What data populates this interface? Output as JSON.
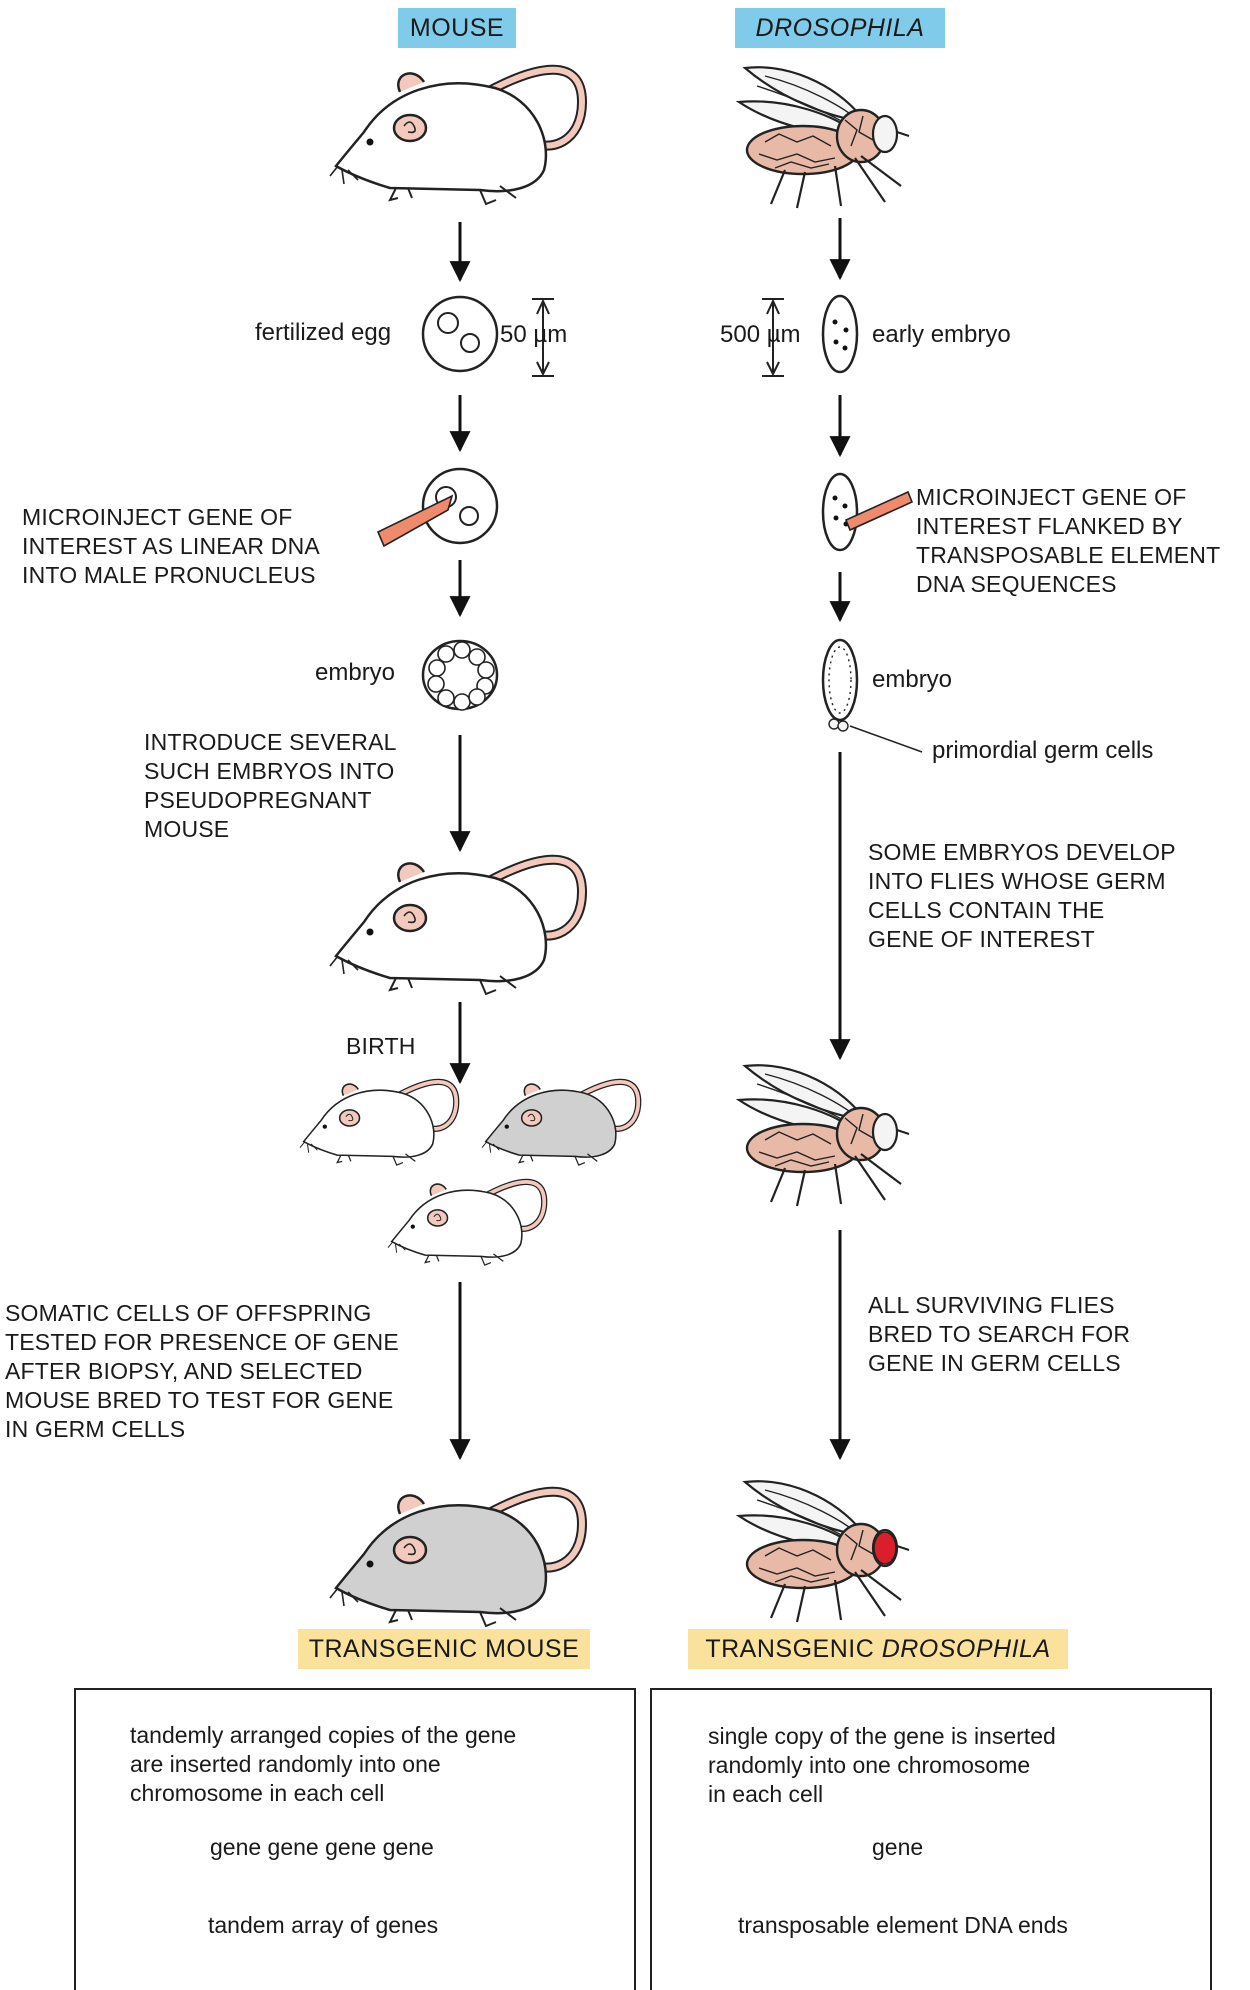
{
  "headers": {
    "mouse": "MOUSE",
    "drosophila": "DROSOPHILA",
    "transgenic_mouse": "TRANSGENIC MOUSE",
    "transgenic_drosophila_prefix": "TRANSGENIC ",
    "transgenic_drosophila_species": "DROSOPHILA"
  },
  "mouse_path": {
    "fertilized_egg": "fertilized egg",
    "egg_size": "50 µm",
    "microinject": [
      "MICROINJECT GENE OF",
      "INTEREST AS LINEAR DNA",
      "INTO MALE PRONUCLEUS"
    ],
    "embryo": "embryo",
    "introduce": [
      "INTRODUCE SEVERAL",
      "SUCH EMBRYOS INTO",
      "PSEUDOPREGNANT",
      "MOUSE"
    ],
    "birth": "BIRTH",
    "somatic": [
      "SOMATIC CELLS OF OFFSPRING",
      "TESTED FOR PRESENCE OF GENE",
      "AFTER BIOPSY, AND SELECTED",
      "MOUSE BRED TO TEST FOR GENE",
      "IN GERM CELLS"
    ]
  },
  "fly_path": {
    "embryo_size": "500 µm",
    "early_embryo": "early embryo",
    "microinject": [
      "MICROINJECT GENE OF",
      "INTEREST FLANKED BY",
      "TRANSPOSABLE ELEMENT",
      "DNA SEQUENCES"
    ],
    "embryo": "embryo",
    "germ_cells": "primordial germ cells",
    "develop": [
      "SOME EMBRYOS DEVELOP",
      "INTO FLIES WHOSE GERM",
      "CELLS CONTAIN THE",
      "GENE OF INTEREST"
    ],
    "bred": [
      "ALL SURVIVING FLIES",
      "BRED TO SEARCH FOR",
      "GENE IN GERM CELLS"
    ]
  },
  "mouse_box": {
    "text": [
      "tandemly arranged copies of the gene",
      "are inserted randomly into one",
      "chromosome in each cell"
    ],
    "gene_labels": "gene gene gene gene",
    "array_label": "tandem array of genes"
  },
  "fly_box": {
    "text": [
      "single copy of the gene is inserted",
      "randomly into one chromosome",
      "in each cell"
    ],
    "gene_label": "gene",
    "ends_label": "transposable element DNA ends"
  },
  "colors": {
    "header_blue": "#7fcbe9",
    "header_tan": "#fbe29c",
    "mouse_pink": "#f3c9bd",
    "fly_tan": "#e8b9a6",
    "gene_red": "#d81f2a",
    "te_green": "#1f9a5a",
    "gray_mouse": "#cfd0cf"
  }
}
